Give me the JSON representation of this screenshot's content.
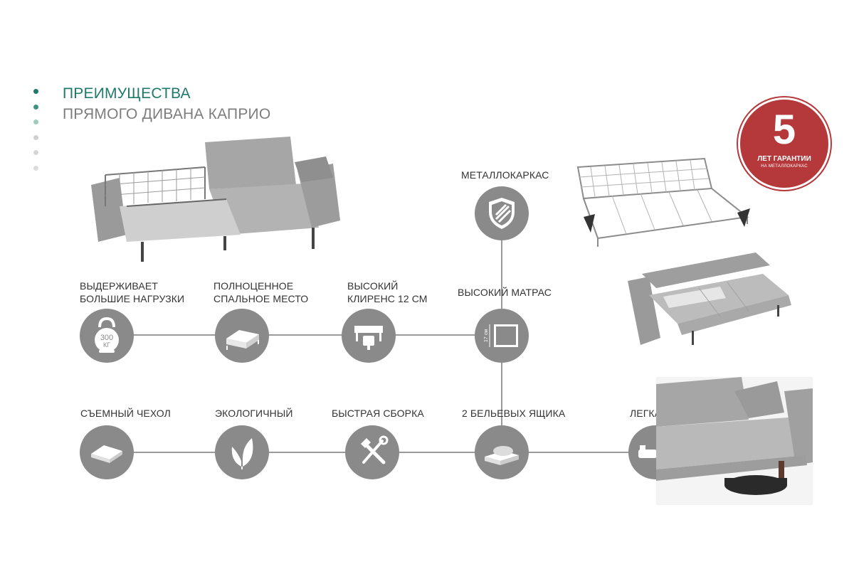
{
  "heading": {
    "line1": "ПРЕИМУЩЕСТВА",
    "line2": "ПРЯМОГО ДИВАНА КАПРИО"
  },
  "colors": {
    "accent": "#1f7a6b",
    "secondary": "#7d7d7d",
    "icon_circle": "#8a8a8a",
    "badge": "#b5383a",
    "dots": [
      "#1f7a6b",
      "#3f9281",
      "#9ccdbd",
      "#cfcfcf",
      "#d6d6d6",
      "#dcdcdc"
    ]
  },
  "features": {
    "load": {
      "label": "ВЫДЕРЖИВАЕТ\nБОЛЬШИЕ НАГРУЗКИ",
      "icon": "kettlebell-icon",
      "weight_value": "300",
      "weight_unit": "КГ"
    },
    "sleep": {
      "label": "ПОЛНОЦЕННОЕ\nСПАЛЬНОЕ МЕСТО",
      "icon": "bed-icon"
    },
    "clearance": {
      "label": "ВЫСОКИЙ\nКЛИРЕНС 12 СМ",
      "icon": "clearance-icon"
    },
    "frame": {
      "label": "МЕТАЛЛОКАРКАС",
      "icon": "shield-icon"
    },
    "mattress": {
      "label": "ВЫСОКИЙ МАТРАС",
      "icon": "mattress-icon",
      "thickness": "17 см"
    },
    "cover": {
      "label": "СЪЕМНЫЙ ЧЕХОЛ",
      "icon": "cover-icon"
    },
    "eco": {
      "label": "ЭКОЛОГИЧНЫЙ",
      "icon": "leaf-icon"
    },
    "assembly": {
      "label": "БЫСТРАЯ СБОРКА",
      "icon": "tools-icon"
    },
    "drawers": {
      "label": "2 БЕЛЬЕВЫХ ЯЩИКА",
      "icon": "drawer-icon"
    },
    "cleaning": {
      "label": "ЛЕГКАЯ УБОРКА",
      "icon": "cleaning-icon"
    }
  },
  "badge": {
    "number": "5",
    "line1": "ЛЕТ ГАРАНТИИ",
    "line2": "НА МЕТАЛЛОКАРКАС"
  }
}
